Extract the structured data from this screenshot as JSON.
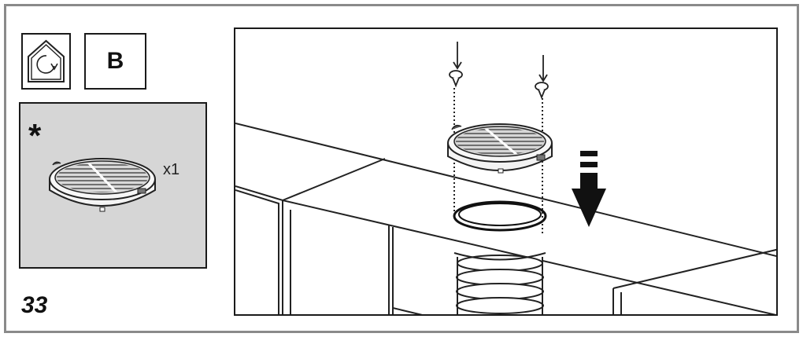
{
  "header": {
    "mode_icon": "recirculation-house-icon",
    "variant_label": "B"
  },
  "kit": {
    "optional_mark": "*",
    "quantity": "x1",
    "item_icon": "carbon-filter-icon"
  },
  "step": {
    "number": "33"
  },
  "illustration": {
    "icons": [
      "screw-icon",
      "carbon-filter-icon",
      "down-arrow-icon",
      "flexible-duct-icon"
    ]
  }
}
